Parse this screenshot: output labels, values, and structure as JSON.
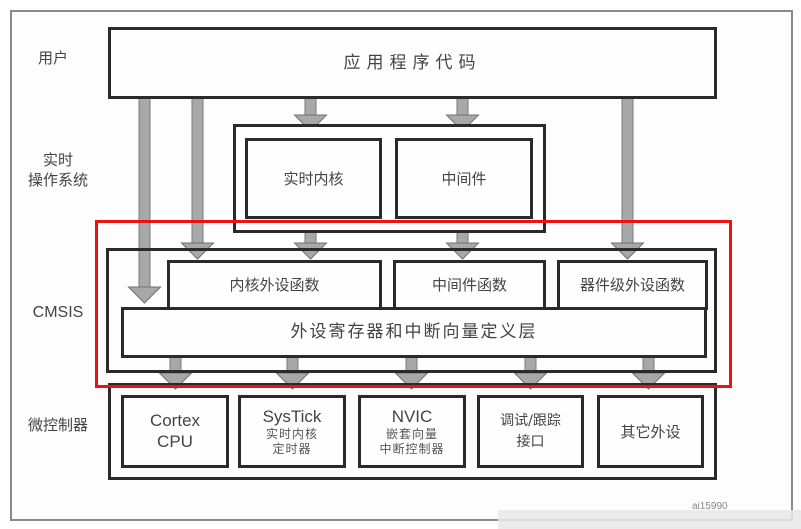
{
  "layers": {
    "user": {
      "label": "用户",
      "box": "应用程序代码"
    },
    "rtos": {
      "label_line1": "实时",
      "label_line2": "操作系统",
      "boxes": [
        "实时内核",
        "中间件"
      ]
    },
    "cmsis": {
      "label": "CMSIS",
      "functions": [
        "内核外设函数",
        "中间件函数",
        "器件级外设函数"
      ],
      "register_layer": "外设寄存器和中断向量定义层"
    },
    "mcu": {
      "label": "微控制器",
      "blocks": [
        {
          "title": "Cortex",
          "sub1": "CPU",
          "sub2": ""
        },
        {
          "title": "SysTick",
          "sub1": "实时内核",
          "sub2": "定时器"
        },
        {
          "title": "NVIC",
          "sub1": "嵌套向量",
          "sub2": "中断控制器"
        },
        {
          "title": "调试/跟踪",
          "sub1": "接口",
          "sub2": ""
        },
        {
          "title": "其它外设",
          "sub1": "",
          "sub2": ""
        }
      ]
    }
  },
  "figure_ref": "ai15990",
  "colors": {
    "highlight": "#ee1111",
    "arrow": "#a8a8a8",
    "border": "#2a2a2a"
  }
}
